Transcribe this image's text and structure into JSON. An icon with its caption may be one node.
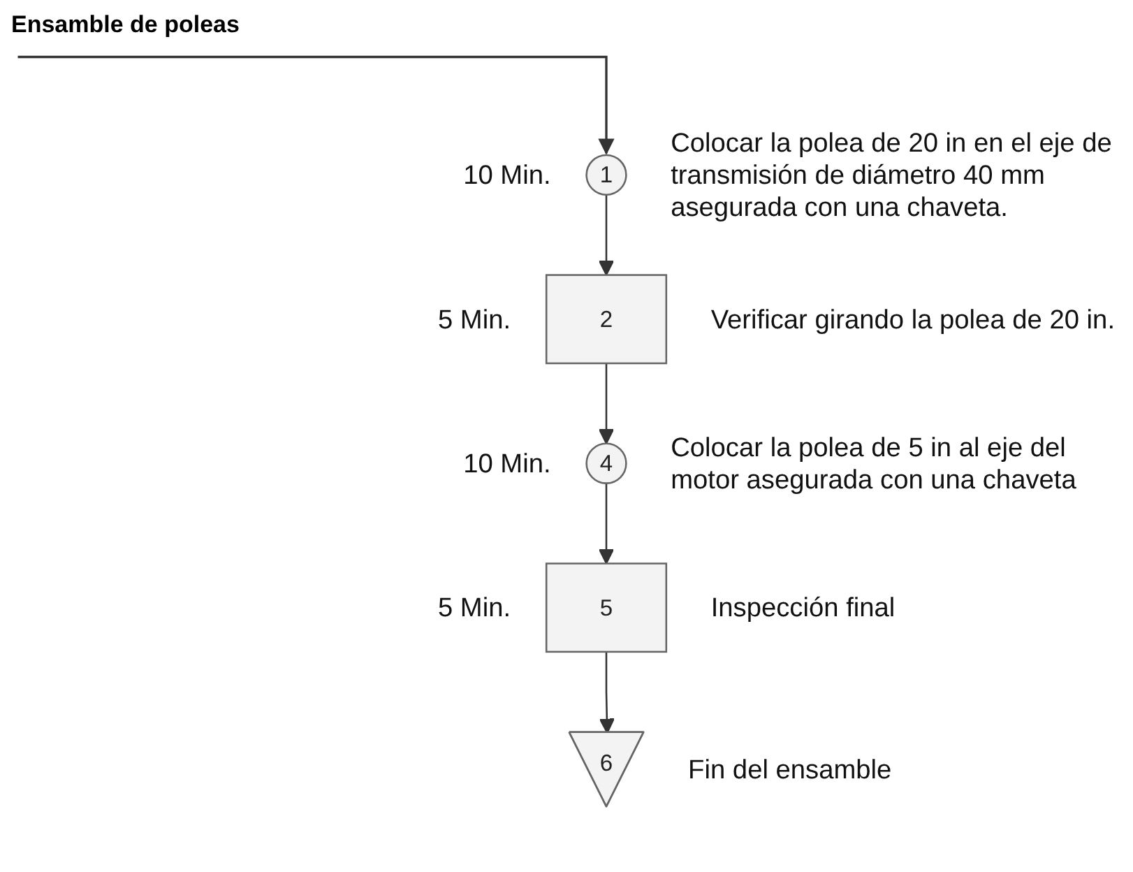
{
  "diagram": {
    "title": "Ensamble de poleas",
    "nodes": [
      {
        "text": [
          "1"
        ],
        "beside": [
          "10 Min.",
          "Colocar la polea de 20 in en el eje de transmisión de diámetro 40 mm asegurada con una chaveta."
        ]
      },
      {
        "text": [
          "2"
        ],
        "beside": [
          "5 Min.",
          "Verificar girando la polea de 20 in."
        ]
      },
      {
        "text": [
          "4"
        ],
        "beside": [
          "10 Min.",
          "Colocar la polea de 5 in al eje del motor asegurada con una chaveta"
        ]
      },
      {
        "text": [
          "5"
        ],
        "beside": [
          "5 Min.",
          "Inspección final"
        ]
      },
      {
        "text": [
          "6"
        ],
        "beside": [
          "Fin del ensamble"
        ]
      }
    ],
    "edges": [
      {
        "from": null,
        "to": 0,
        "arrow": "to"
      },
      {
        "from": 0,
        "to": 1,
        "arrow": "to"
      },
      {
        "from": 1,
        "to": 2,
        "arrow": "to"
      },
      {
        "from": 2,
        "to": 3,
        "arrow": "to"
      },
      {
        "from": 3,
        "to": 4,
        "arrow": "to"
      }
    ]
  }
}
